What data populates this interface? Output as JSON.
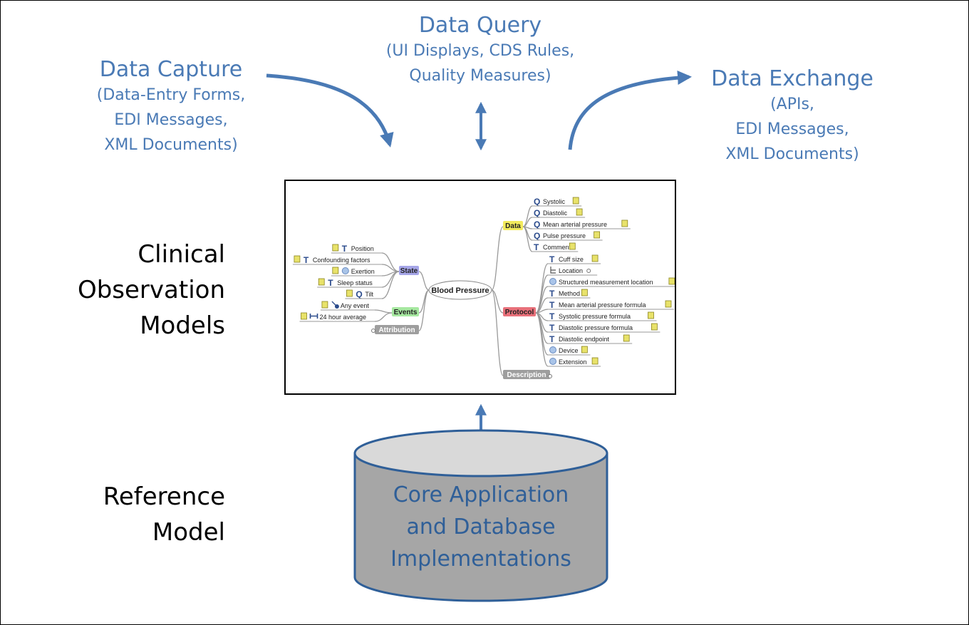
{
  "capture": {
    "title": "Data Capture",
    "lines": [
      "(Data-Entry Forms,",
      "EDI Messages,",
      "XML Documents)"
    ]
  },
  "query": {
    "title": "Data Query",
    "lines": [
      "(UI Displays, CDS Rules,",
      "Quality Measures)"
    ]
  },
  "exchange": {
    "title": "Data Exchange",
    "lines": [
      "(APIs,",
      "EDI Messages,",
      "XML Documents)"
    ]
  },
  "clinical": {
    "lines": [
      "Clinical",
      "Observation",
      "Models"
    ]
  },
  "reference": {
    "lines": [
      "Reference",
      "Model"
    ]
  },
  "database": {
    "lines": [
      "Core Application",
      "and Database",
      "Implementations"
    ]
  },
  "mindmap": {
    "root": "Blood Pressure",
    "branches": {
      "data": {
        "label": "Data",
        "color": "#f2ea5c",
        "items": [
          {
            "icon": "Q",
            "label": "Systolic"
          },
          {
            "icon": "Q",
            "label": "Diastolic"
          },
          {
            "icon": "Q",
            "label": "Mean arterial pressure"
          },
          {
            "icon": "Q",
            "label": "Pulse pressure"
          },
          {
            "icon": "T",
            "label": "Comment"
          }
        ]
      },
      "protocol": {
        "label": "Protocol",
        "color": "#e8707a",
        "items": [
          {
            "icon": "T",
            "label": "Cuff size"
          },
          {
            "icon": "tree",
            "label": "Location"
          },
          {
            "icon": "link",
            "label": "Structured measurement location"
          },
          {
            "icon": "T",
            "label": "Method"
          },
          {
            "icon": "T",
            "label": "Mean arterial pressure formula"
          },
          {
            "icon": "T",
            "label": "Systolic pressure formula"
          },
          {
            "icon": "T",
            "label": "Diastolic pressure formula"
          },
          {
            "icon": "T",
            "label": "Diastolic endpoint"
          },
          {
            "icon": "link",
            "label": "Device"
          },
          {
            "icon": "link",
            "label": "Extension"
          }
        ]
      },
      "description": {
        "label": "Description",
        "color": "#9e9e9e"
      },
      "state": {
        "label": "State",
        "color": "#a6a6e8",
        "items": [
          {
            "icon": "T",
            "label": "Position"
          },
          {
            "icon": "T",
            "label": "Confounding factors"
          },
          {
            "icon": "link",
            "label": "Exertion"
          },
          {
            "icon": "T",
            "label": "Sleep status"
          },
          {
            "icon": "Q",
            "label": "Tilt"
          }
        ]
      },
      "events": {
        "label": "Events",
        "color": "#a6e8a0",
        "items": [
          {
            "icon": "event",
            "label": "Any event"
          },
          {
            "icon": "interval",
            "label": "24 hour average"
          }
        ]
      },
      "attribution": {
        "label": "Attribution",
        "color": "#9e9e9e"
      }
    }
  },
  "colors": {
    "accent": "#4a7ab5",
    "db_fill": "#a6a6a6",
    "db_top": "#d9d9d9",
    "db_stroke": "#2f5f98",
    "db_text": "#2f5f98"
  }
}
